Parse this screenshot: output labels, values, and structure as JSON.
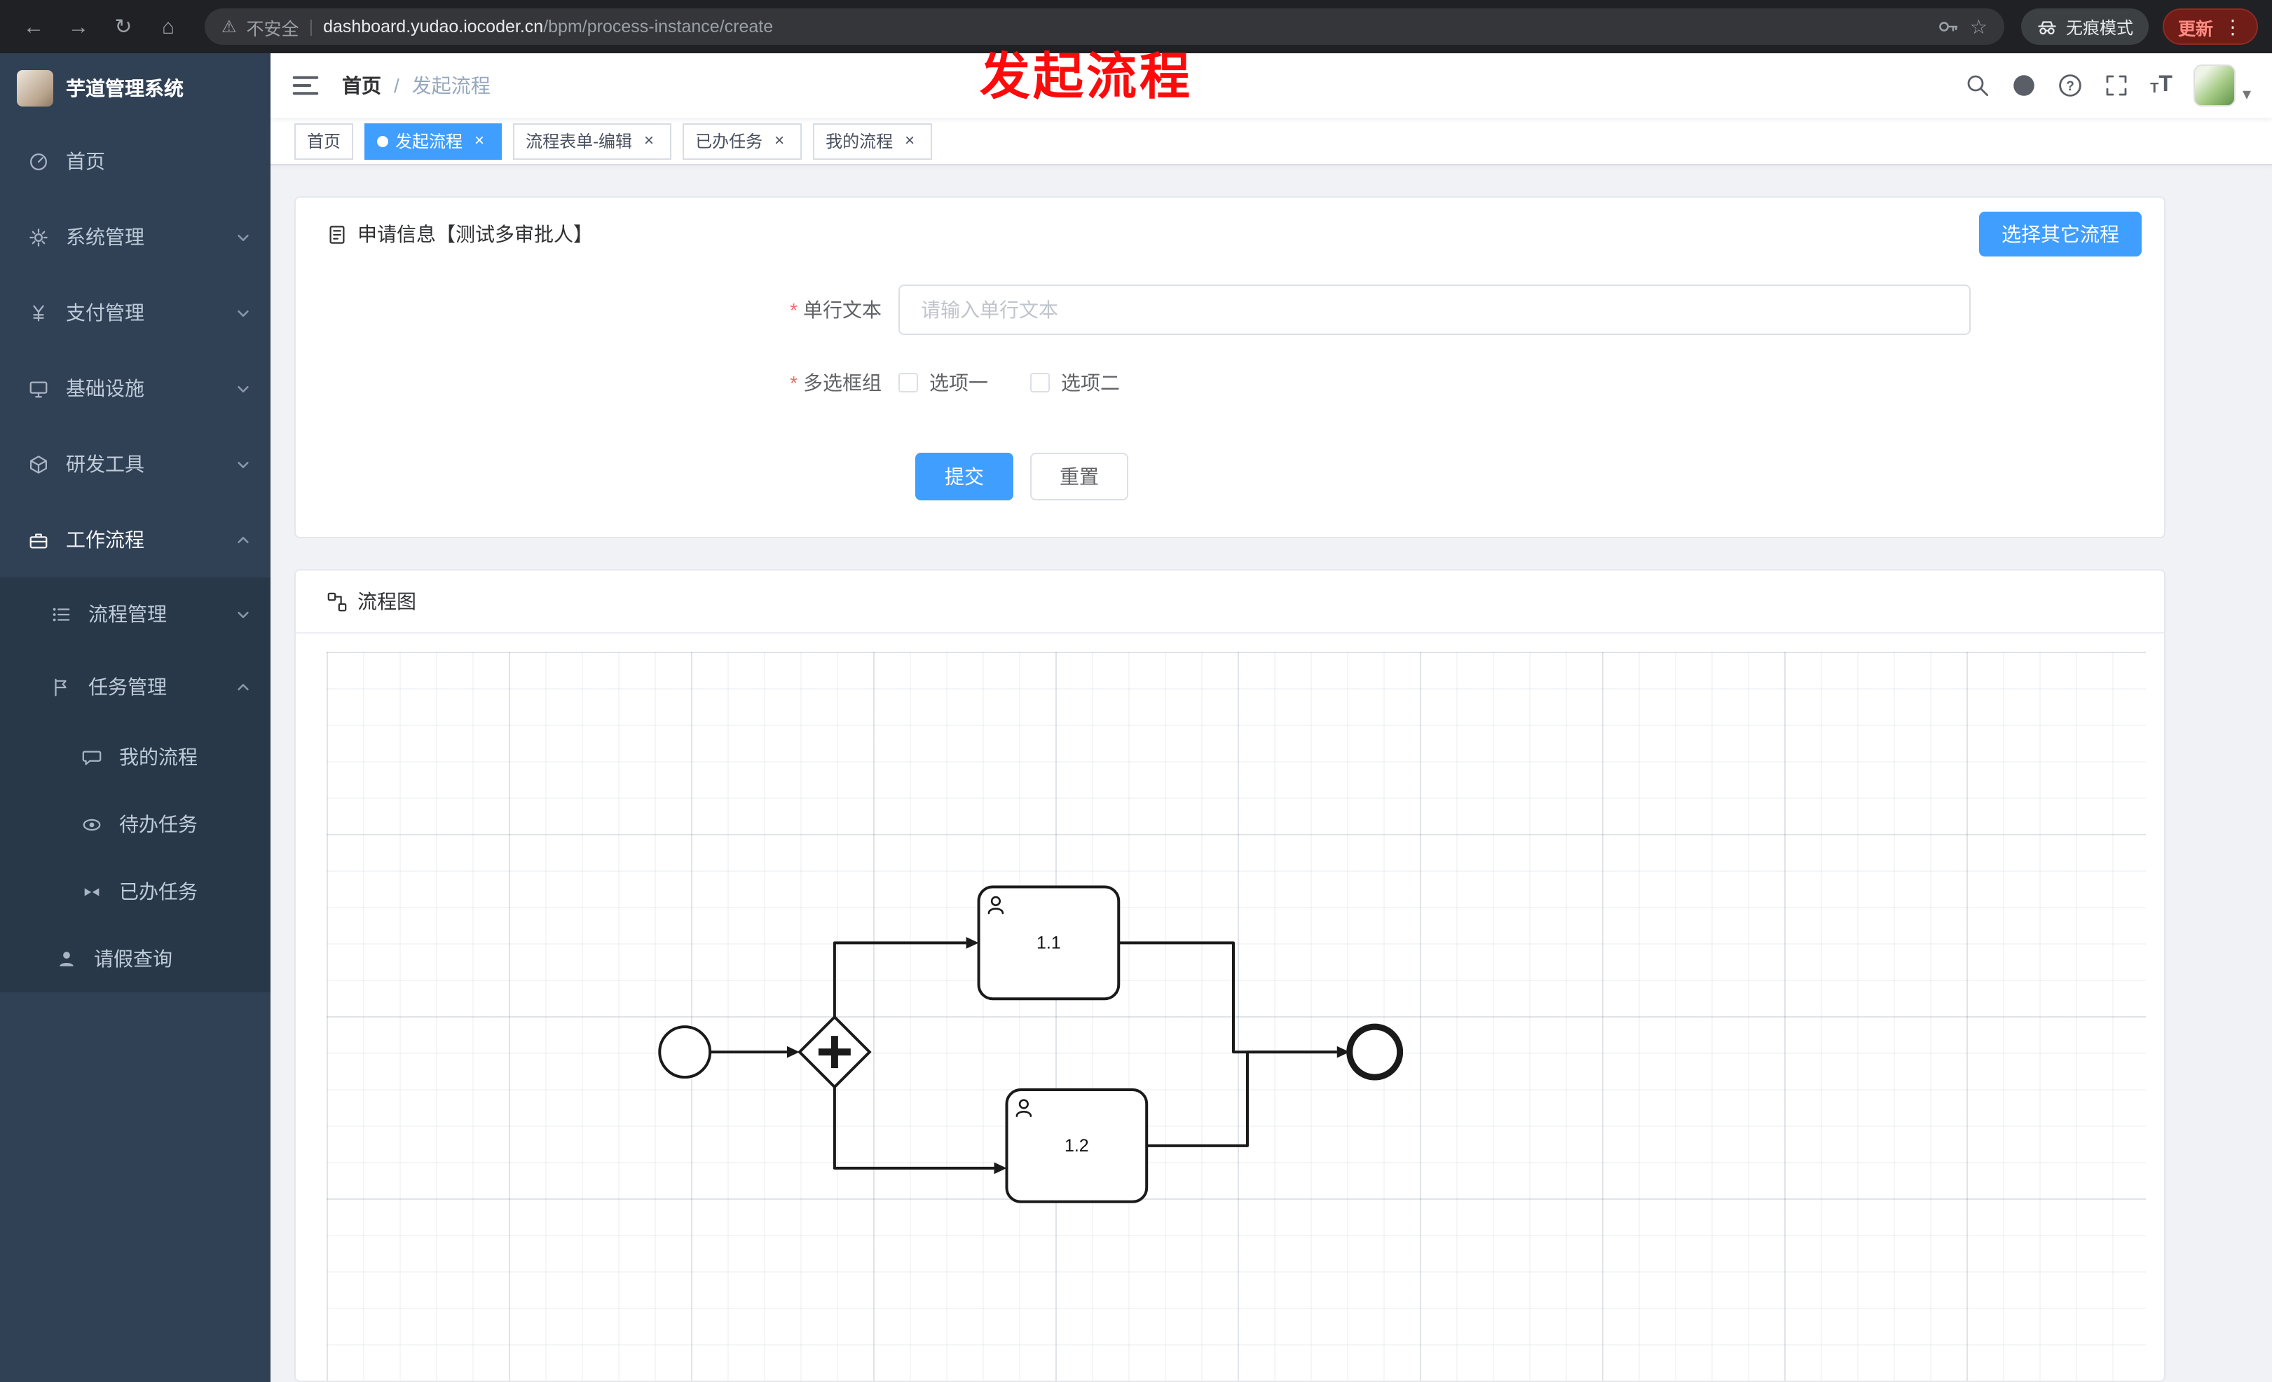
{
  "colors": {
    "primary": "#409eff",
    "sidebar_bg": "#304156",
    "annotation_red": "#fb0b0b",
    "danger": "#f56c6c"
  },
  "icons": {
    "back": "←",
    "forward": "→",
    "refresh": "↻",
    "home": "⌂",
    "warning": "⚠",
    "pipe": "|",
    "star": "☆",
    "kebab": "⋮",
    "caret_down": "▾",
    "close": "×",
    "slash": "/",
    "question": "?",
    "required": "*",
    "letter_t": "T"
  },
  "browser": {
    "security_label": "不安全",
    "url_domain": "dashboard.yudao.iocoder.cn",
    "url_path": "/bpm/process-instance/create",
    "incognito_label": "无痕模式",
    "update_label": "更新"
  },
  "annotation": {
    "text": "发起流程"
  },
  "sidebar": {
    "logo_title": "芋道管理系统",
    "items": [
      {
        "label": "首页"
      },
      {
        "label": "系统管理"
      },
      {
        "label": "支付管理"
      },
      {
        "label": "基础设施"
      },
      {
        "label": "研发工具"
      },
      {
        "label": "工作流程"
      }
    ],
    "submenu": {
      "process_mgmt": {
        "label": "流程管理"
      },
      "task_mgmt": {
        "label": "任务管理"
      },
      "task_children": [
        {
          "label": "我的流程"
        },
        {
          "label": "待办任务"
        },
        {
          "label": "已办任务"
        }
      ],
      "leave_query": {
        "label": "请假查询"
      }
    }
  },
  "navbar": {
    "breadcrumb_home": "首页",
    "breadcrumb_current": "发起流程"
  },
  "tabs": [
    {
      "label": "首页",
      "active": false,
      "closable": false
    },
    {
      "label": "发起流程",
      "active": true,
      "closable": true
    },
    {
      "label": "流程表单-编辑",
      "active": false,
      "closable": true
    },
    {
      "label": "已办任务",
      "active": false,
      "closable": true
    },
    {
      "label": "我的流程",
      "active": false,
      "closable": true
    }
  ],
  "form_card": {
    "title": "申请信息【测试多审批人】",
    "select_other_button": "选择其它流程",
    "fields": [
      {
        "label": "单行文本",
        "required": true,
        "placeholder": "请输入单行文本",
        "value": ""
      },
      {
        "label": "多选框组",
        "required": true,
        "options": [
          {
            "label": "选项一",
            "checked": false
          },
          {
            "label": "选项二",
            "checked": false
          }
        ]
      }
    ],
    "submit_label": "提交",
    "reset_label": "重置"
  },
  "diagram_card": {
    "title": "流程图",
    "tasks": [
      {
        "label": "1.1"
      },
      {
        "label": "1.2"
      }
    ]
  }
}
